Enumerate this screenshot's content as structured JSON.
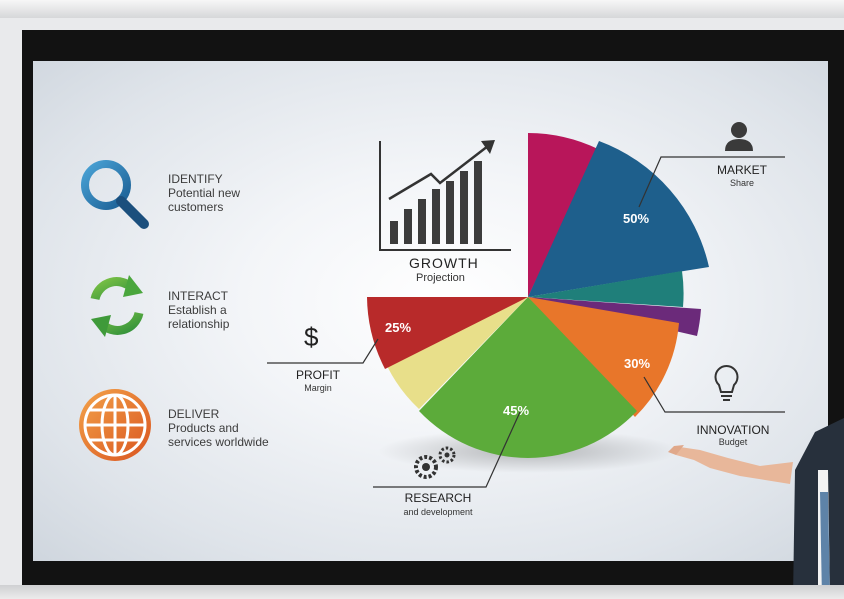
{
  "features": [
    {
      "title": "IDENTIFY",
      "lines": [
        "Potential new",
        "customers"
      ],
      "icon": "magnifier-icon",
      "color": "#2a7fb4"
    },
    {
      "title": "INTERACT",
      "lines": [
        "Establish a",
        "relationship"
      ],
      "icon": "refresh-arrows-icon",
      "color": "#47a745"
    },
    {
      "title": "DELIVER",
      "lines": [
        "Products and",
        "services worldwide"
      ],
      "icon": "globe-icon",
      "color": "#e8762a"
    }
  ],
  "growth": {
    "title": "GROWTH",
    "subtitle": "Projection",
    "icon": "bar-chart-arrow-icon"
  },
  "callouts": {
    "market": {
      "title": "MARKET",
      "subtitle": "Share",
      "icon": "person-icon"
    },
    "profit": {
      "title": "PROFIT",
      "subtitle": "Margin",
      "icon": "dollar-sign-icon",
      "symbol": "$"
    },
    "innovation": {
      "title": "INNOVATION",
      "subtitle": "Budget",
      "icon": "lightbulb-icon"
    },
    "research": {
      "title": "RESEARCH",
      "subtitle": "and development",
      "icon": "gears-icon"
    }
  },
  "pie_labels": {
    "market": "50%",
    "profit": "25%",
    "innovation": "30%",
    "research": "45%"
  },
  "colors": {
    "magenta": "#b8165a",
    "blue": "#1e5f8c",
    "teal": "#1f7f7a",
    "purple": "#6b2a7a",
    "orange": "#e8762a",
    "green": "#5cab3a",
    "yellow": "#e8df8a",
    "red": "#b82a2a"
  }
}
